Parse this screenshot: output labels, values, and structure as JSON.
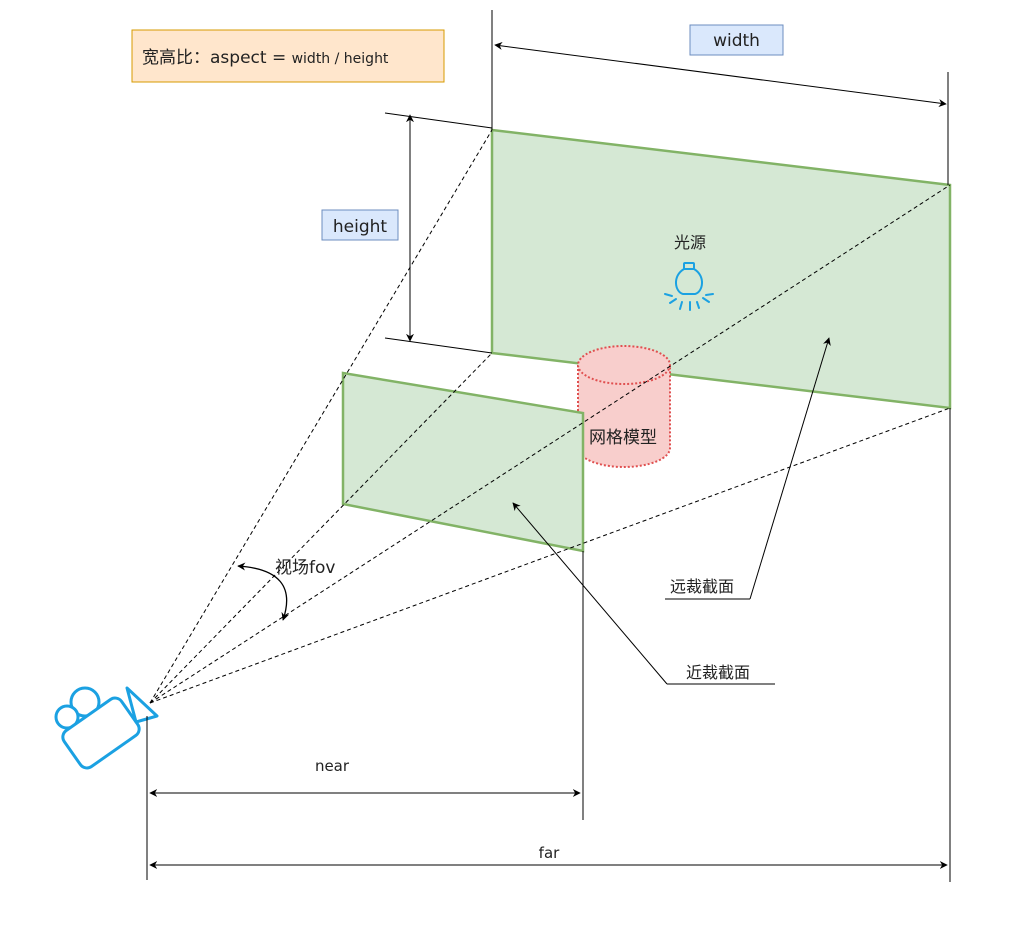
{
  "aspect_box": {
    "prefix": "宽高比：",
    "formula_main": "aspect = ",
    "formula_small": "width / height"
  },
  "labels": {
    "width": "width",
    "height": "height",
    "light": "光源",
    "mesh": "网格模型",
    "fov": "视场fov",
    "far_plane": "远裁截面",
    "near_plane": "近裁截面",
    "near": "near",
    "far": "far"
  },
  "colors": {
    "plane_fill": "#d5e8d4",
    "plane_stroke": "#82b366",
    "label_box_fill": "#dae8fc",
    "label_box_stroke": "#6c8ebf",
    "aspect_box_fill": "#ffe6cc",
    "aspect_box_stroke": "#d79b00",
    "mesh_fill": "#f8cecc",
    "mesh_stroke": "#e05050",
    "icon_blue": "#1ba1e2",
    "line": "#000000"
  },
  "icons": {
    "camera": "camera-icon",
    "light": "light-bulb-icon"
  }
}
